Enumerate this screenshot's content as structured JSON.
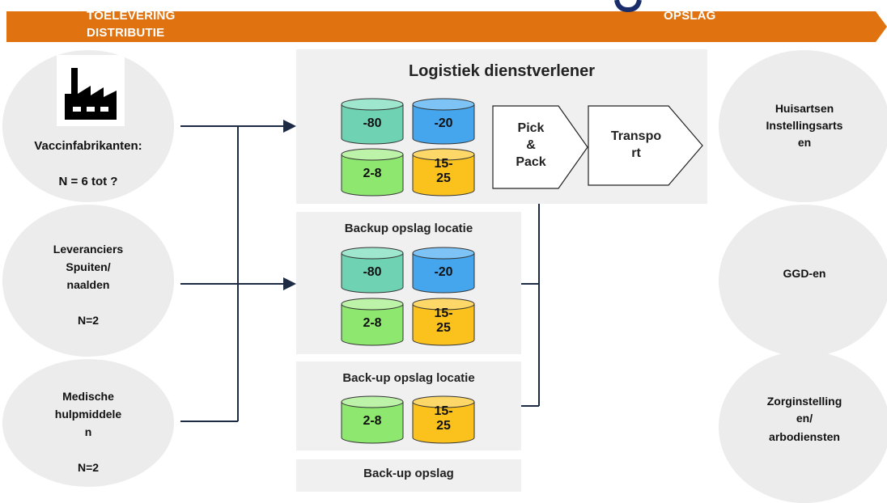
{
  "banner": {
    "left_line1": "TOELEVERING",
    "left_line2": "DISTRIBUTIE",
    "right": "OPSLAG",
    "color": "#e07310"
  },
  "suppliers": [
    {
      "lines": [
        "Vaccinfabrikanten:",
        "",
        "N = 6 tot ?"
      ],
      "icon": "factory-icon"
    },
    {
      "lines": [
        "Leveranciers",
        "Spuiten/",
        "naalden",
        "",
        "N=2"
      ]
    },
    {
      "lines": [
        "Medische",
        "hulpmiddele",
        "n",
        "",
        "N=2"
      ]
    }
  ],
  "main_panel": {
    "title": "Logistiek dienstverlener",
    "tanks": [
      "-80",
      "-20",
      "2-8",
      "15-\n25"
    ],
    "pick_pack": "Pick\n&\nPack",
    "transport": "Transpo\nrt"
  },
  "backup1": {
    "title": "Backup opslag locatie",
    "tanks": [
      "-80",
      "-20",
      "2-8",
      "15-\n25"
    ]
  },
  "backup2": {
    "title": "Back-up opslag locatie",
    "tanks": [
      "2-8",
      "15-\n25"
    ]
  },
  "backup3": {
    "title": "Back-up opslag"
  },
  "recipients": [
    [
      "Huisartsen",
      "Instellingsarts",
      "en"
    ],
    [
      "GGD-en"
    ],
    [
      "Zorginstelling",
      "en/",
      "arbodiensten"
    ]
  ],
  "colors": {
    "tank_minus80": "#6fd3b3",
    "tank_minus20": "#45a6ee",
    "tank_2_8": "#8ee870",
    "tank_15_25": "#fbc21d",
    "ellipse": "#ececec",
    "panel": "#f0f0f0"
  }
}
